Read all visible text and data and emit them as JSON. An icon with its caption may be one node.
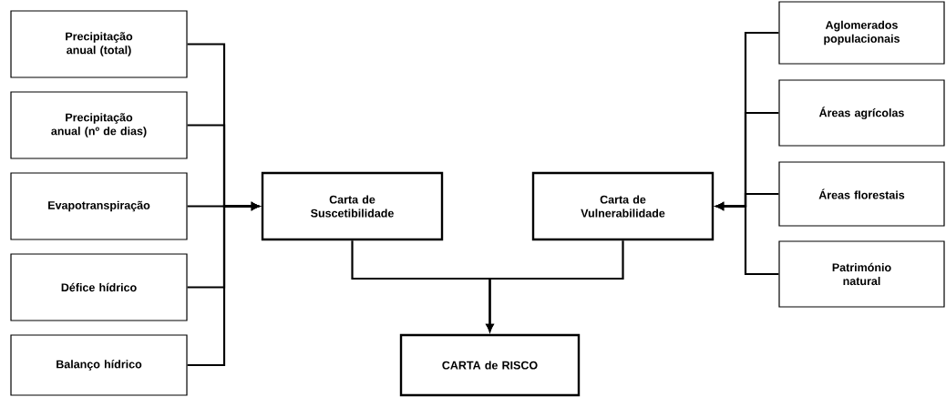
{
  "diagram": {
    "nodes": [
      {
        "text": [
          "Precipitação anual (total)"
        ]
      },
      {
        "text": [
          "Precipitação anual (nº de dias)"
        ]
      },
      {
        "text": [
          "Evapotranspiração"
        ]
      },
      {
        "text": [
          "Défice hídrico"
        ]
      },
      {
        "text": [
          "Balanço hídrico"
        ]
      },
      {
        "text": [
          "Carta de Suscetibilidade"
        ]
      },
      {
        "text": [
          "Carta de Vulnerabilidade"
        ]
      },
      {
        "text": [
          "Aglomerados populacionais"
        ]
      },
      {
        "text": [
          "Áreas agrícolas"
        ]
      },
      {
        "text": [
          "Áreas florestais"
        ]
      },
      {
        "text": [
          "Património natural"
        ]
      },
      {
        "text": [
          "CARTA de RISCO"
        ]
      }
    ],
    "edges": [
      {
        "from": 0,
        "to": 5,
        "arrow": "to"
      },
      {
        "from": 1,
        "to": 5,
        "arrow": "to"
      },
      {
        "from": 2,
        "to": 5,
        "arrow": "to"
      },
      {
        "from": 3,
        "to": 5,
        "arrow": "to"
      },
      {
        "from": 4,
        "to": 5,
        "arrow": "to"
      },
      {
        "from": 7,
        "to": 6,
        "arrow": "to"
      },
      {
        "from": 8,
        "to": 6,
        "arrow": "to"
      },
      {
        "from": 9,
        "to": 6,
        "arrow": "to"
      },
      {
        "from": 10,
        "to": 6,
        "arrow": "to"
      },
      {
        "from": 5,
        "to": 11,
        "arrow": "to"
      },
      {
        "from": 6,
        "to": 11,
        "arrow": "to"
      }
    ]
  }
}
